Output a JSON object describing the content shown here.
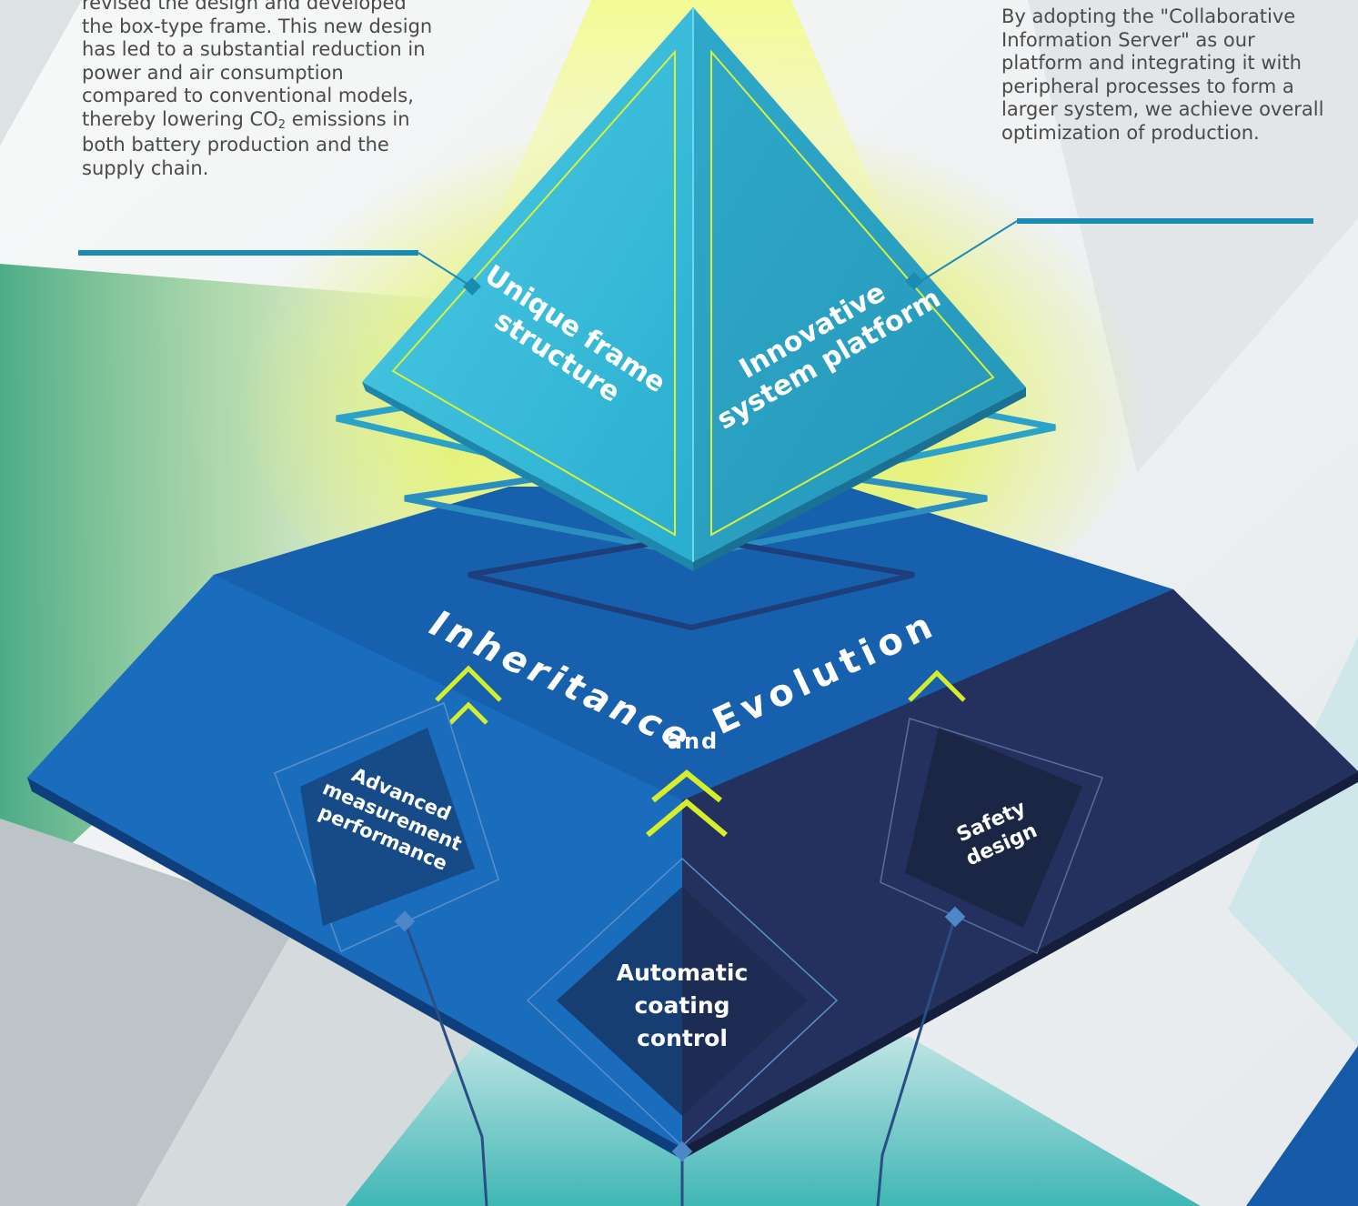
{
  "left_text": {
    "lines": [
      "revised the design and developed",
      "the box-type frame. This new design",
      "has led to a substantial reduction in",
      "power and air consumption",
      "compared to conventional models,"
    ],
    "co2_line_prefix": "thereby lowering CO",
    "co2_subscript": "2",
    "co2_line_suffix": " emissions in",
    "tail_lines": [
      "both battery production and the",
      "supply chain."
    ]
  },
  "right_text": {
    "lines": [
      "By adopting the \"Collaborative",
      "Information Server\" as our",
      "platform and integrating it with",
      "peripheral processes to form a",
      "larger system, we achieve overall",
      "optimization of production."
    ]
  },
  "pyramid": {
    "left_face_line1": "Unique frame",
    "left_face_line2": "structure",
    "right_face_line1": "Innovative",
    "right_face_line2": "system platform"
  },
  "base": {
    "slogan_part1": "Inheritance",
    "slogan_and": "and",
    "slogan_part2": "Evolution",
    "left_diamond": [
      "Advanced",
      "measurement",
      "performance"
    ],
    "center_diamond": [
      "Automatic",
      "coating",
      "control"
    ],
    "right_diamond": [
      "Safety",
      "design"
    ]
  },
  "colors": {
    "pyramid_cyan": "#33b9d6",
    "base_blue": "#1663b4",
    "base_navy": "#23305a",
    "accent_yellow": "#d6ee2a",
    "leader_line": "#1a8bb3"
  }
}
